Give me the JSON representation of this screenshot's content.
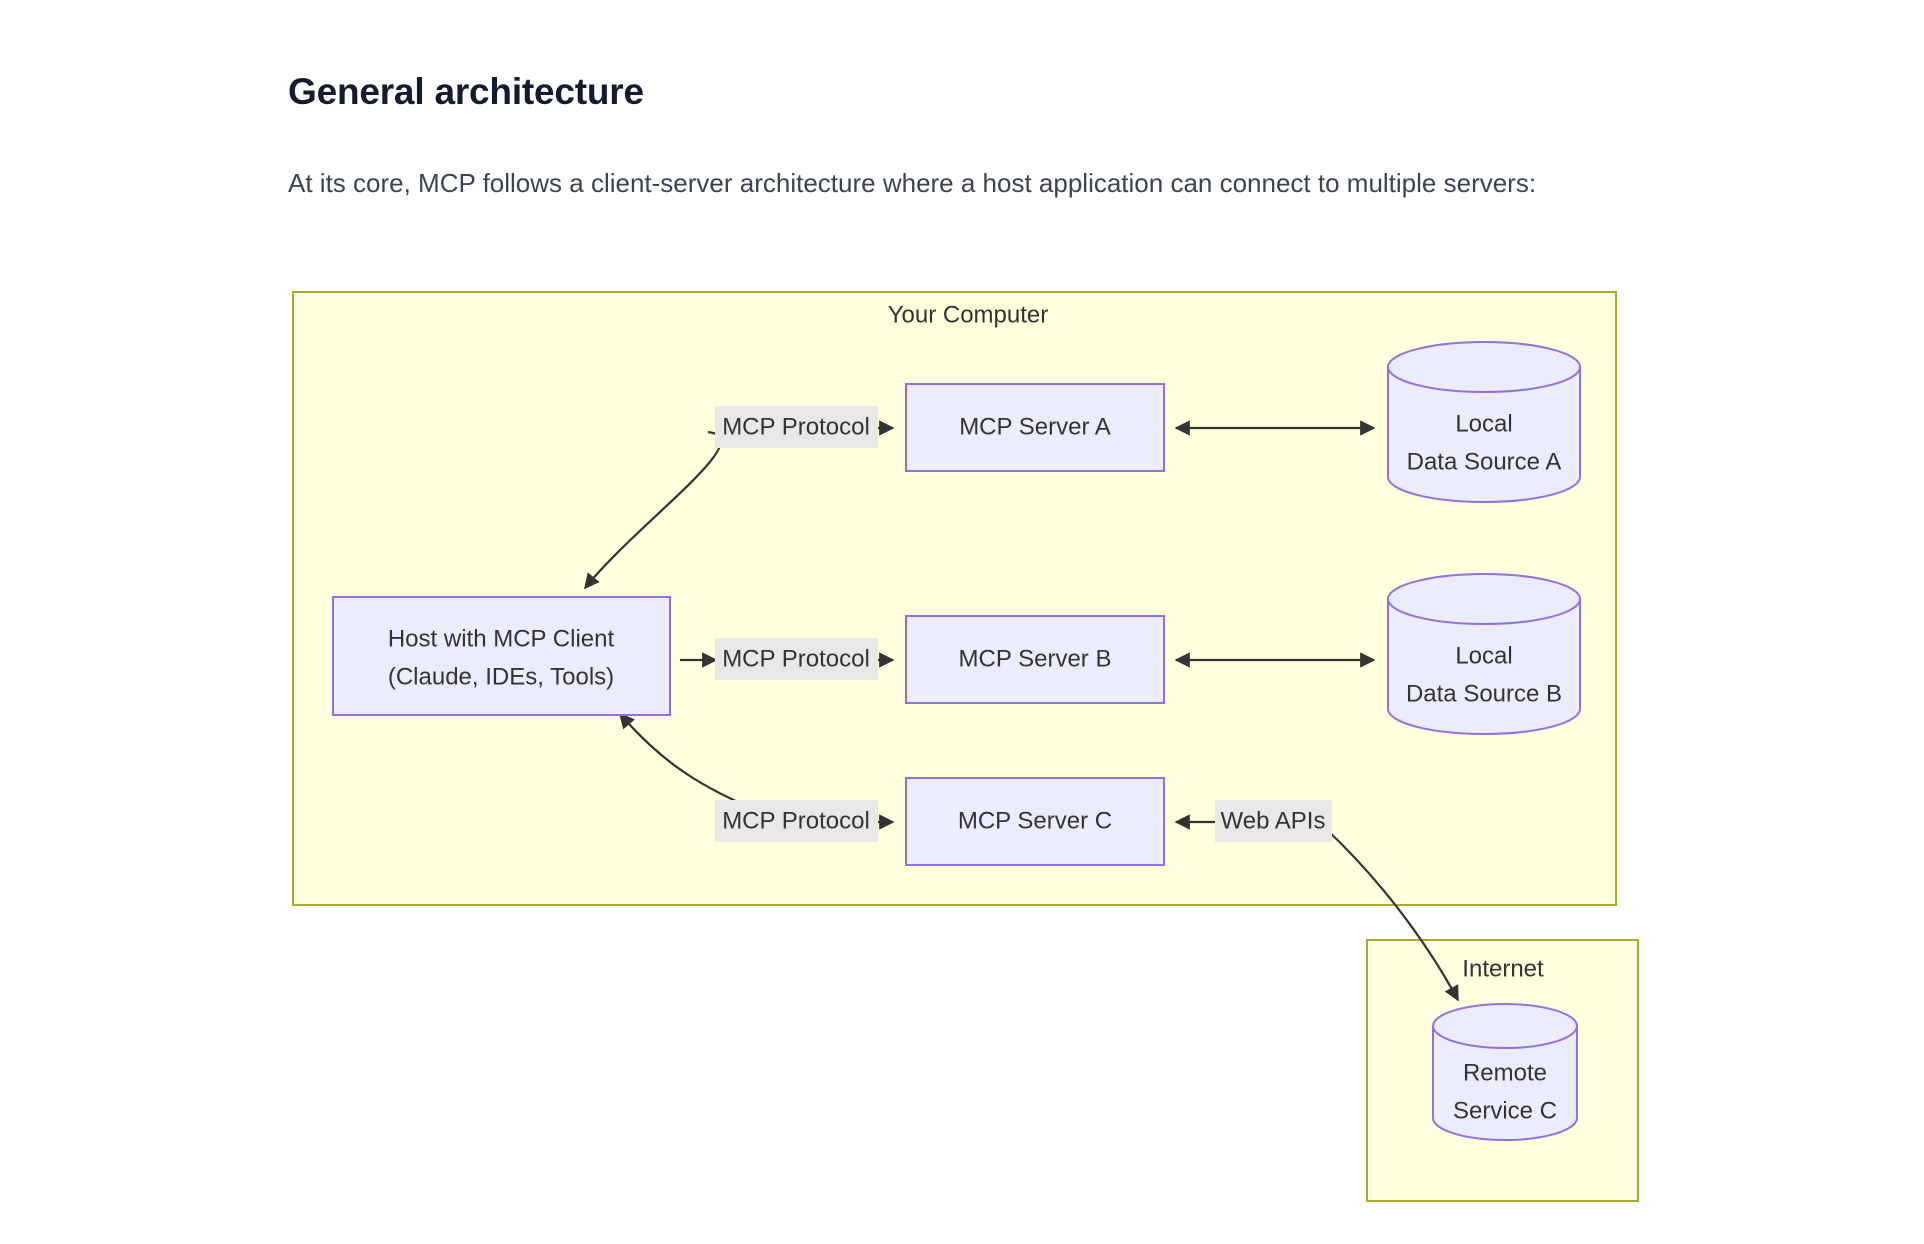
{
  "page": {
    "heading": "General architecture",
    "intro": "At its core, MCP follows a client-server architecture where a host application can connect to multiple servers:"
  },
  "diagram": {
    "type": "flowchart",
    "subgraphs": [
      {
        "id": "computer",
        "title": "Your Computer"
      },
      {
        "id": "internet",
        "title": "Internet"
      }
    ],
    "nodes": [
      {
        "id": "host",
        "shape": "rect",
        "line1": "Host with MCP Client",
        "line2": "(Claude, IDEs, Tools)"
      },
      {
        "id": "serverA",
        "shape": "rect",
        "line1": "MCP Server A",
        "line2": ""
      },
      {
        "id": "serverB",
        "shape": "rect",
        "line1": "MCP Server B",
        "line2": ""
      },
      {
        "id": "serverC",
        "shape": "rect",
        "line1": "MCP Server C",
        "line2": ""
      },
      {
        "id": "sourceA",
        "shape": "cylinder",
        "line1": "Local",
        "line2": "Data Source A"
      },
      {
        "id": "sourceB",
        "shape": "cylinder",
        "line1": "Local",
        "line2": "Data Source B"
      },
      {
        "id": "remoteC",
        "shape": "cylinder",
        "line1": "Remote",
        "line2": "Service C"
      }
    ],
    "edges": [
      {
        "id": "host-serverA",
        "from": "host",
        "to": "serverA",
        "label": "MCP Protocol",
        "direction": "forward"
      },
      {
        "id": "host-serverB",
        "from": "host",
        "to": "serverB",
        "label": "MCP Protocol",
        "direction": "both"
      },
      {
        "id": "host-serverC",
        "from": "host",
        "to": "serverC",
        "label": "MCP Protocol",
        "direction": "both"
      },
      {
        "id": "serverA-sourceA",
        "from": "serverA",
        "to": "sourceA",
        "label": "",
        "direction": "both"
      },
      {
        "id": "serverB-sourceB",
        "from": "serverB",
        "to": "sourceB",
        "label": "",
        "direction": "both"
      },
      {
        "id": "serverC-remoteC",
        "from": "serverC",
        "to": "remoteC",
        "label": "Web APIs",
        "direction": "both"
      }
    ],
    "colors": {
      "subgraph_fill": "#ffffde",
      "subgraph_stroke": "#aaaa33",
      "node_fill": "#ececff",
      "node_stroke": "#9370db",
      "edge_stroke": "#333333",
      "label_chip": "#e8e8e8",
      "text": "#333333"
    }
  }
}
